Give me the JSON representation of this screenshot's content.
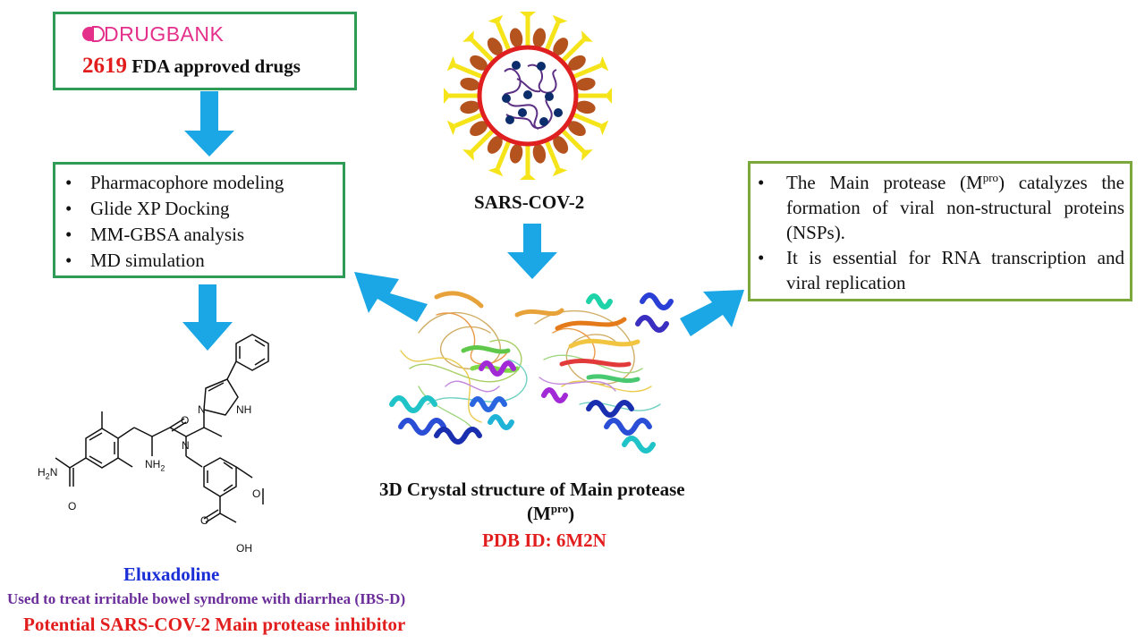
{
  "drugbank": {
    "logo_text": "DRUGBANK",
    "count": "2619",
    "label": " FDA approved drugs"
  },
  "methods": {
    "items": [
      "Pharmacophore modeling",
      "Glide XP Docking",
      "MM-GBSA analysis",
      "MD simulation"
    ]
  },
  "virus": {
    "label": "SARS-COV-2"
  },
  "crystal": {
    "title": "3D Crystal structure of Main protease",
    "mpro_open": "(M",
    "mpro_sup": "pro",
    "mpro_close": ")",
    "pdb": "PDB ID: 6M2N"
  },
  "mpro_info": {
    "item1_pre": "The Main protease (M",
    "item1_sup": "pro",
    "item1_post": ") catalyzes the formation of viral non-structural proteins (NSPs).",
    "item2": "It is essential for RNA transcription and viral replication"
  },
  "drug": {
    "name": "Eluxadoline",
    "use": "Used to treat irritable bowel syndrome with diarrhea (IBS-D)",
    "role": "Potential SARS-COV-2 Main protease inhibitor"
  },
  "molecule": {
    "atoms": {
      "amide_h2n": "H",
      "amide_h2n_sub": "2",
      "amide_h2n_n": "N",
      "amide_o": "O",
      "nh2": "NH",
      "nh2_sub": "2",
      "carbonyl_o": "O",
      "amide_n": "N",
      "imid_n": "N",
      "imid_nh": "NH",
      "methoxy_o": "O",
      "acid_o": "O",
      "acid_oh": "OH"
    }
  },
  "colors": {
    "box_green": "#2e9b57",
    "box_olive": "#7aa83b",
    "arrow_blue": "#1ba7e5",
    "title_red": "#e21d1d",
    "drug_blue": "#1a2fd6",
    "use_purple": "#6b2d99",
    "logo_pink": "#e4308a"
  }
}
